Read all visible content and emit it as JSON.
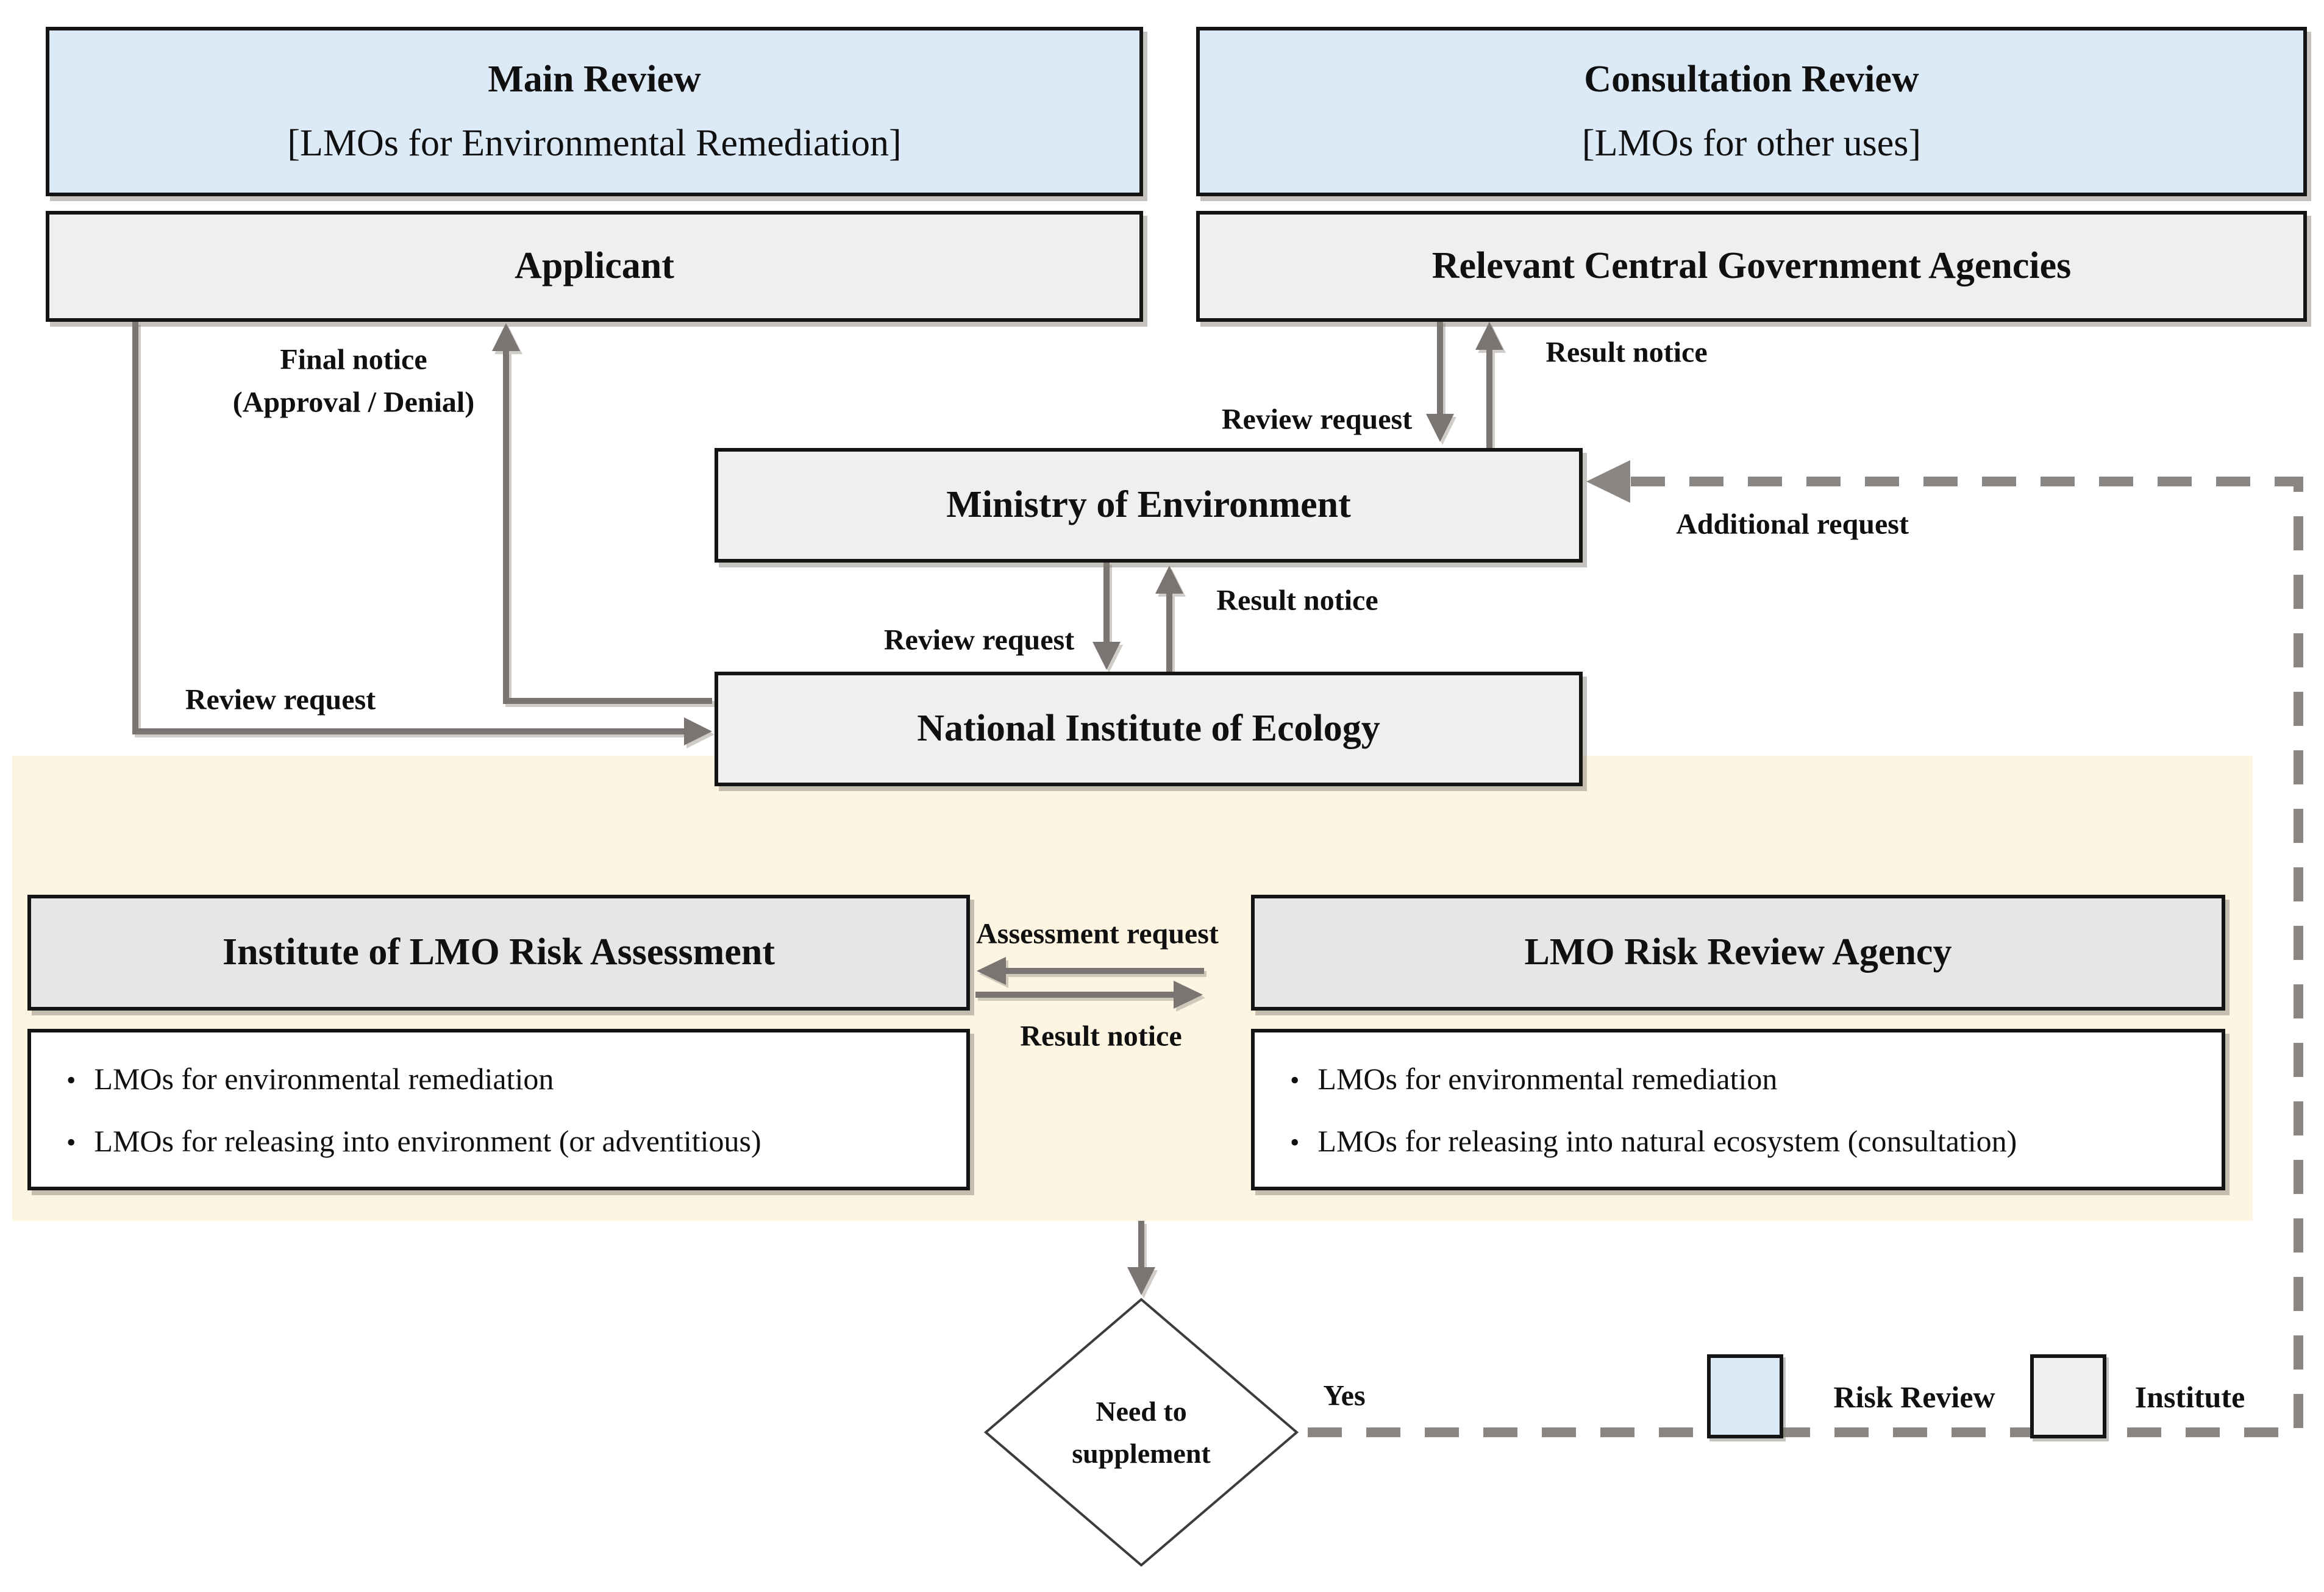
{
  "bullet_char": "•",
  "boxes": {
    "main_review": {
      "title": "Main Review",
      "subtitle": "[LMOs for Environmental Remediation]"
    },
    "applicant": {
      "title": "Applicant"
    },
    "consultation_review": {
      "title": "Consultation Review",
      "subtitle": "[LMOs for other uses]"
    },
    "rcga": {
      "title": "Relevant Central Government Agencies"
    },
    "ministry": {
      "title": "Ministry of Environment"
    },
    "nie": {
      "title": "National Institute of Ecology"
    },
    "ilra": {
      "title": "Institute of LMO Risk Assessment",
      "bullets": [
        "LMOs for environmental remediation",
        "LMOs for releasing into environment (or adventitious)"
      ]
    },
    "lrra": {
      "title": "LMO Risk Review Agency",
      "bullets": [
        "LMOs for environmental remediation",
        "LMOs for releasing into natural ecosystem (consultation)"
      ]
    }
  },
  "edge_labels": {
    "final_notice_1": "Final notice",
    "final_notice_2": "(Approval / Denial)",
    "review_request_left": "Review request",
    "review_request_top": "Review request",
    "result_notice_top": "Result notice",
    "review_request_mid": "Review request",
    "result_notice_mid": "Result notice",
    "additional_request": "Additional request",
    "assessment_request": "Assessment request",
    "result_notice_between": "Result notice",
    "yes": "Yes"
  },
  "decision": {
    "line1": "Need to",
    "line2": "supplement"
  },
  "legend": {
    "risk_review": "Risk Review",
    "institute": "Institute"
  },
  "colors": {
    "risk_review_fill": "#dce9f6",
    "institute_fill": "#efefef",
    "section_header_fill": "#e6e6e6",
    "cream_background": "#fdf5e2",
    "arrow_gray": "#7a7573",
    "dashed_gray": "#8a8683"
  }
}
